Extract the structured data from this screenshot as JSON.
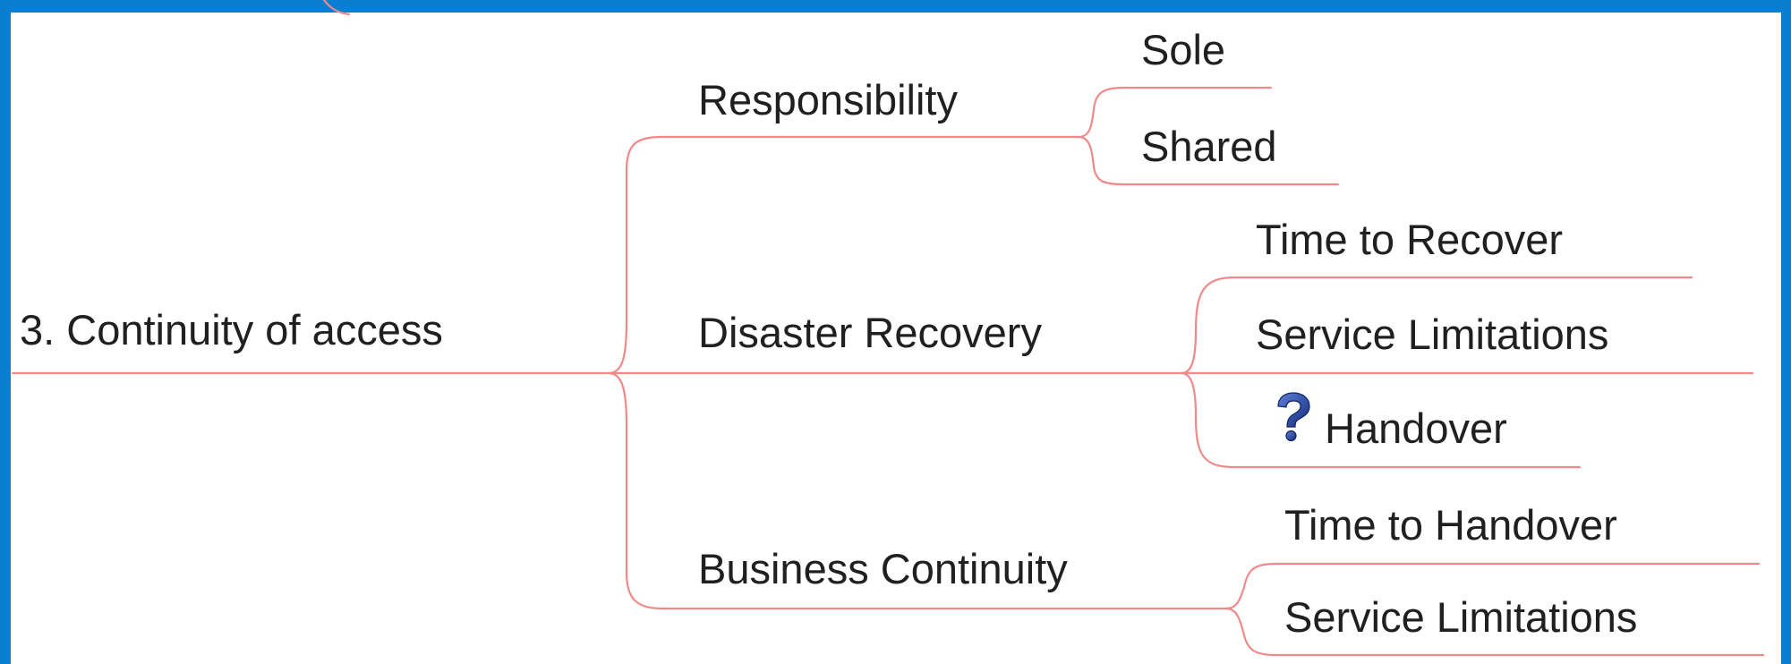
{
  "colors": {
    "frame": "#0a7fd1",
    "background": "#ffffff",
    "branch_line": "#f08a8a",
    "text": "#202020",
    "icon": "#1f3f9c"
  },
  "mindmap": {
    "root": {
      "label": "3. Continuity of access"
    },
    "branches": [
      {
        "label": "Responsibility",
        "children": [
          {
            "label": "Sole"
          },
          {
            "label": "Shared"
          }
        ]
      },
      {
        "label": "Disaster Recovery",
        "children": [
          {
            "label": "Time to Recover"
          },
          {
            "label": "Service Limitations"
          },
          {
            "label": "Handover",
            "icon": "question-mark-icon"
          }
        ]
      },
      {
        "label": "Business Continuity",
        "children": [
          {
            "label": "Time to Handover"
          },
          {
            "label": "Service Limitations"
          }
        ]
      }
    ]
  }
}
